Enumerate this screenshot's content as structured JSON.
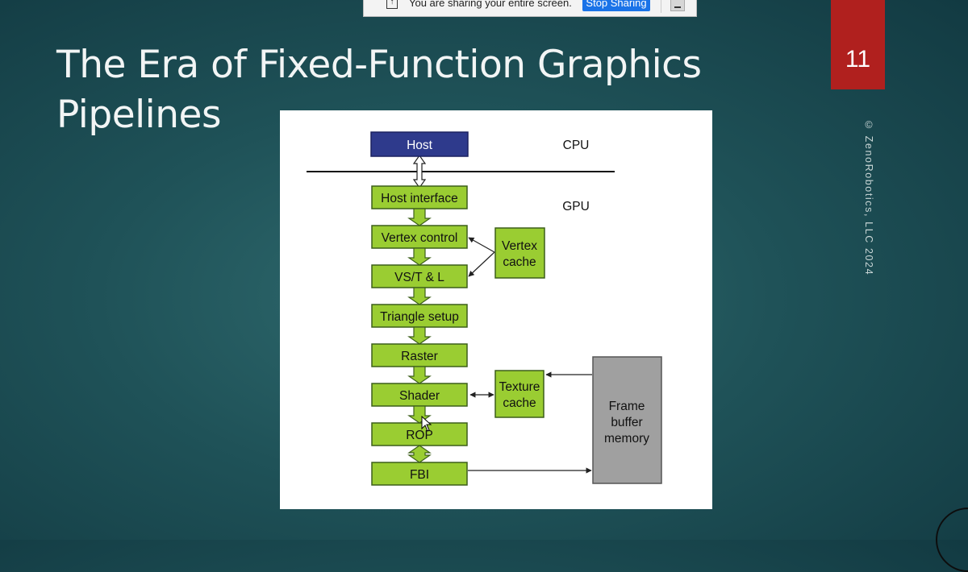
{
  "share_bar": {
    "message": "You are sharing your entire screen.",
    "stop_label": "Stop Sharing"
  },
  "slide": {
    "title_line1": "The Era of Fixed-Function Graphics",
    "title_line2": "Pipelines",
    "page_number": "11",
    "copyright": "© ZenoRobotics, LLC 2024",
    "accent_color": "#b0201e"
  },
  "diagram": {
    "cpu_label": "CPU",
    "gpu_label": "GPU",
    "host": "Host",
    "pipeline": [
      "Host interface",
      "Vertex control",
      "VS/T & L",
      "Triangle setup",
      "Raster",
      "Shader",
      "ROP",
      "FBI"
    ],
    "vertex_cache": [
      "Vertex",
      "cache"
    ],
    "texture_cache": [
      "Texture",
      "cache"
    ],
    "frame_buffer": [
      "Frame",
      "buffer",
      "memory"
    ]
  }
}
